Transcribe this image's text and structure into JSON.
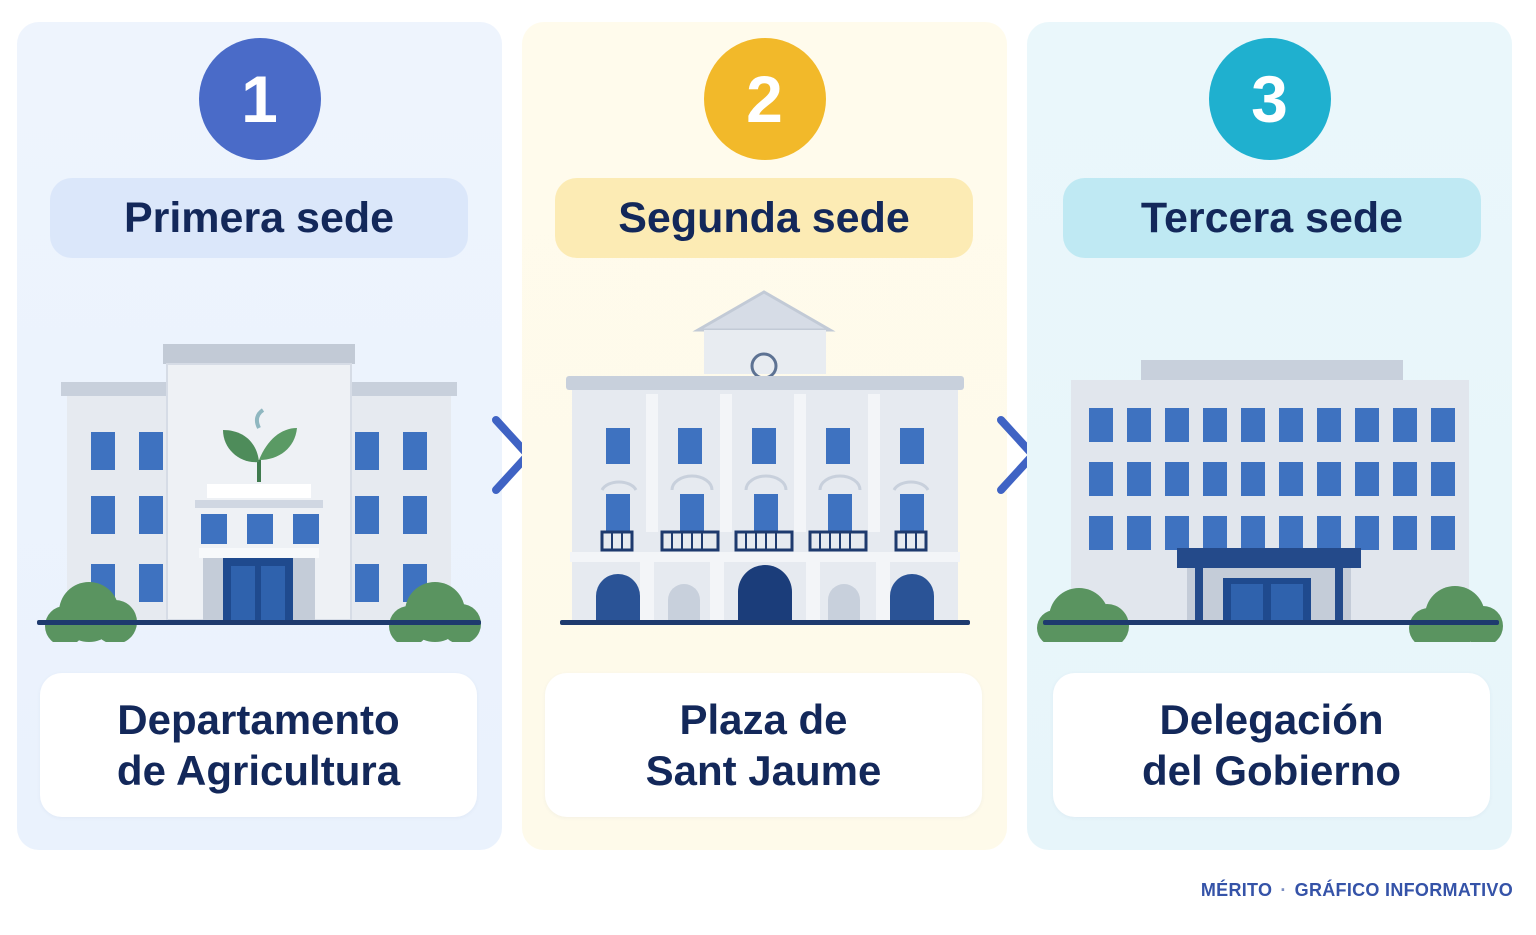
{
  "steps": [
    {
      "number": "1",
      "title": "Primera sede",
      "label_line1": "Departamento",
      "label_line2": "de Agricultura"
    },
    {
      "number": "2",
      "title": "Segunda sede",
      "label_line1": "Plaza de",
      "label_line2": "Sant Jaume"
    },
    {
      "number": "3",
      "title": "Tercera sede",
      "label_line1": "Delegación",
      "label_line2": "del Gobierno"
    }
  ],
  "footer": {
    "brand": "MÉRITO",
    "separator": "·",
    "tagline": "GRÁFICO INFORMATIVO"
  },
  "colors": {
    "step1_accent": "#4a6bc8",
    "step2_accent": "#f2b92a",
    "step3_accent": "#1fb0cf",
    "title_text": "#13285a",
    "window_blue": "#3e72c0",
    "door_navy": "#1f4a8e",
    "tree_green": "#5a9460",
    "arrow_blue": "#3f63c4"
  },
  "icons": [
    "agriculture-building-icon",
    "city-hall-building-icon",
    "government-office-building-icon",
    "chevron-right-icon"
  ]
}
